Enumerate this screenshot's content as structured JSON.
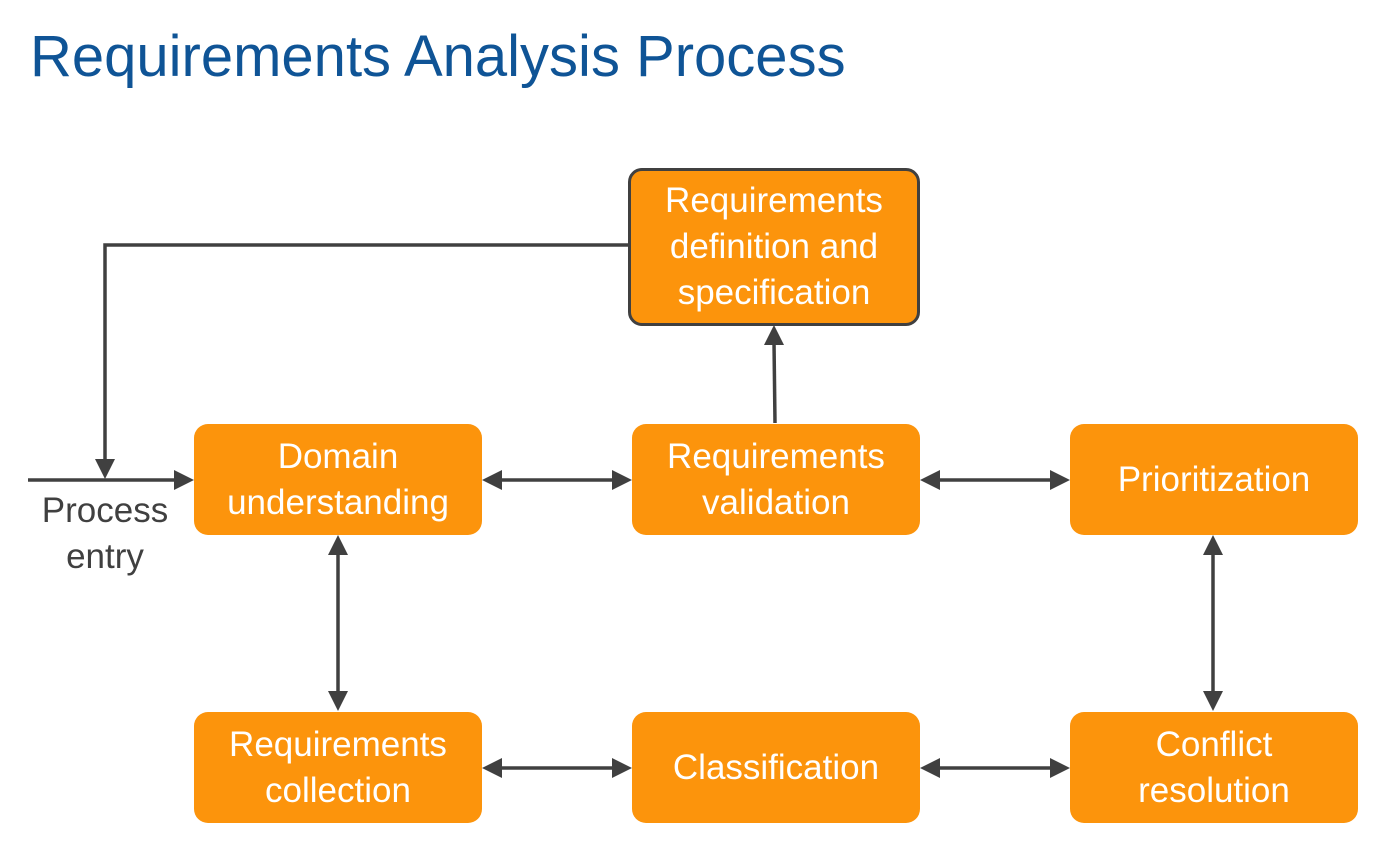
{
  "title": "Requirements Analysis Process",
  "colors": {
    "title": "#0f5496",
    "node_fill": "#fc940c",
    "node_text": "#ffffff",
    "connector": "#404040"
  },
  "nodes": {
    "definition": "Requirements\ndefinition and\nspecification",
    "domain": "Domain\nunderstanding",
    "validation": "Requirements\nvalidation",
    "prioritization": "Prioritization",
    "collection": "Requirements\ncollection",
    "classification": "Classification",
    "conflict": "Conflict\nresolution"
  },
  "entry_label": "Process\nentry"
}
